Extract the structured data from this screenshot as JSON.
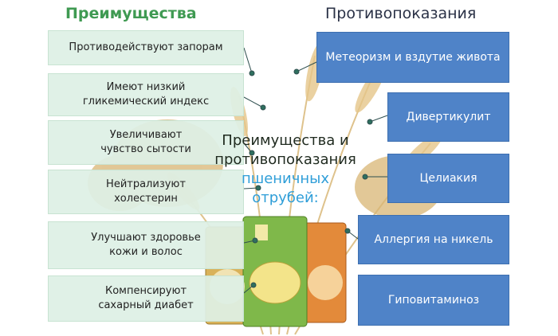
{
  "headings": {
    "benefits": "Преимущества",
    "contraindications": "Противопоказания"
  },
  "title": {
    "line1": "Преимущества и",
    "line2": "противопоказания",
    "line3": "пшеничных",
    "line4": "отрубей:"
  },
  "benefits": [
    {
      "lines": [
        "Противодействуют запорам"
      ]
    },
    {
      "lines": [
        "Имеют низкий",
        "гликемический индекс"
      ]
    },
    {
      "lines": [
        "Увеличивают",
        "чувство сытости"
      ]
    },
    {
      "lines": [
        "Нейтрализуют",
        "холестерин"
      ]
    },
    {
      "lines": [
        "Улучшают здоровье",
        "кожи и волос"
      ]
    },
    {
      "lines": [
        "Компенсируют",
        "сахарный диабет"
      ]
    }
  ],
  "contraindications": [
    "Метеоризм и вздутие живота",
    "Дивертикулит",
    "Целиакия",
    "Аллергия на никель",
    "Гиповитаминоз"
  ],
  "colors": {
    "benefit_heading": "#3f9a52",
    "contra_box": "#4f83c8",
    "benefit_box": "#def0e5",
    "accent_text": "#2f9ed8",
    "connector": "#2f4f4f"
  }
}
